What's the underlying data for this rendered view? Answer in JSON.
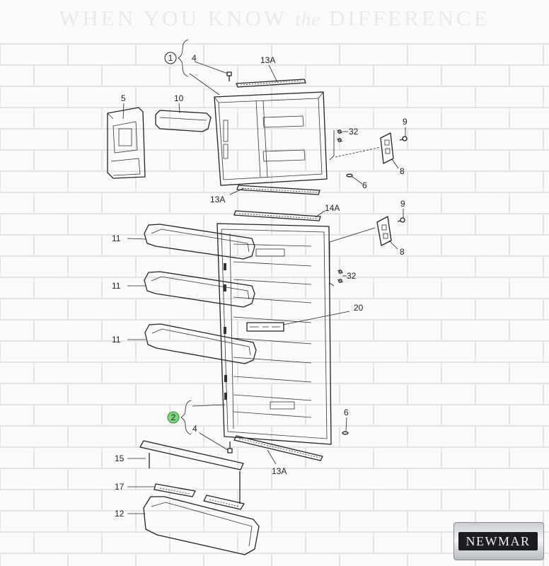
{
  "banner": {
    "part1": "WHEN YOU KNOW",
    "part2": "the",
    "part3": "DIFFERENCE"
  },
  "logo": {
    "text": "NEWMAR"
  },
  "colors": {
    "highlight": "#7ed47c",
    "ink": "#222222",
    "brick_line": "#e4e4e4"
  },
  "callouts": {
    "c1": "1",
    "c2": "2",
    "l4a": "4",
    "l13a_top": "13A",
    "l5": "5",
    "l10": "10",
    "l32a": "32",
    "l9a": "9",
    "l8a": "8",
    "l6a": "6",
    "l13a_mid": "13A",
    "l14a": "14A",
    "l9b": "9",
    "l8b": "8",
    "l11a": "11",
    "l11b": "11",
    "l11c": "11",
    "l32b": "32",
    "l20": "20",
    "l6b": "6",
    "l4b": "4",
    "l13a_bot": "13A",
    "l15": "15",
    "l17": "17",
    "l12": "12"
  }
}
